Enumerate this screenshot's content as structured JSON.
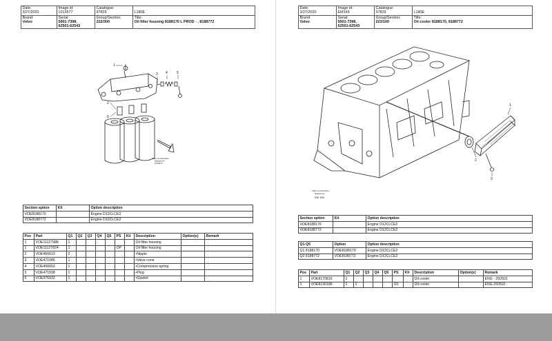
{
  "left_page": {
    "header": {
      "date_label": "Date:",
      "date": "3/27/2020",
      "image_label": "Image id:",
      "image_id": "1013577",
      "catalogue_label": "Catalogue:",
      "catalogue": "97829",
      "model": "L180E",
      "brand_label": "Brand:",
      "brand": "Volvo",
      "serial_label": "Serial:",
      "serial_1": "5001-7398,",
      "serial_2": "62501-62543",
      "group_label": "Group/Section:",
      "group": "222/300",
      "title_label": "Title:",
      "title": "Oil filter housing 8188170 L PROD - , 8188772"
    },
    "figure": {
      "callouts": [
        "1",
        "2",
        "3",
        "4",
        "5",
        "6"
      ],
      "caption_1": "Volvo Construction",
      "caption_2": "Equipment",
      "caption_3": "1013577"
    },
    "section_table": {
      "headers": [
        "Section option",
        "Kit",
        "Option description"
      ],
      "rows": [
        [
          "VOE8188170",
          "",
          "Engine D12CLCE2"
        ],
        [
          "VOE8188772",
          "",
          "Engine D12CLCE2"
        ]
      ]
    },
    "parts_table": {
      "headers": [
        "Pos",
        "Part",
        "Q1",
        "Q2",
        "Q3",
        "Q4",
        "Q5",
        "PS",
        "Kit",
        "Description",
        "Option(s)",
        "Remark"
      ],
      "rows": [
        [
          "1",
          "VOE11127988",
          "1",
          "",
          "",
          "",
          "",
          "",
          "",
          "Oil filter housing",
          "",
          ""
        ],
        [
          "1",
          "VOE11127824",
          "1",
          "",
          "",
          "",
          "",
          "OP",
          "",
          "Oil filter housing",
          "",
          ""
        ],
        [
          "2",
          "VOE466623",
          "2",
          "",
          "",
          "",
          "",
          "",
          "",
          "•Nipple",
          "",
          ""
        ],
        [
          "3",
          "VOE471085",
          "1",
          "",
          "",
          "",
          "",
          "",
          "",
          "•Valve cone",
          "",
          ""
        ],
        [
          "4",
          "VOE466653",
          "1",
          "",
          "",
          "",
          "",
          "",
          "",
          "•Compression spring",
          "",
          ""
        ],
        [
          "5",
          "VOE471598",
          "1",
          "",
          "",
          "",
          "",
          "",
          "",
          "•Plug",
          "",
          ""
        ],
        [
          "6",
          "VOE976932",
          "1",
          "",
          "",
          "",
          "",
          "",
          "",
          "•Gasket",
          "",
          ""
        ]
      ]
    }
  },
  "right_page": {
    "header": {
      "date_label": "Date:",
      "date": "3/27/2020",
      "image_label": "Image id:",
      "image_id": "EM169",
      "catalogue_label": "Catalogue:",
      "catalogue": "97829",
      "model": "L180E",
      "brand_label": "Brand:",
      "brand": "Volvo",
      "serial_label": "Serial:",
      "serial_1": "5001-7398,",
      "serial_2": "62501-62543",
      "group_label": "Group/Section:",
      "group": "223/100",
      "title_label": "Title:",
      "title": "Oil cooler 8188170, 8188772"
    },
    "figure": {
      "callouts": [
        "1",
        "2",
        "3"
      ],
      "caption_1": "Volvo Construction",
      "caption_2": "Equipment",
      "caption_3": "EM 169"
    },
    "section_table": {
      "headers": [
        "Section option",
        "Kit",
        "Option description"
      ],
      "rows": [
        [
          "VOE8188170",
          "",
          "Engine D12CLCE2"
        ],
        [
          "VOE8188772",
          "",
          "Engine D12CLCE2"
        ]
      ]
    },
    "q_table": {
      "headers": [
        "Q1-Q5",
        "Option",
        "Option description"
      ],
      "rows": [
        [
          "Q1 8188170",
          "VOE8188170",
          "Engine D12CLCE2"
        ],
        [
          "Q2 8188772",
          "VOE8188772",
          "Engine D12CLCE2"
        ]
      ]
    },
    "parts_table": {
      "headers": [
        "Pos",
        "Part",
        "Q1",
        "Q2",
        "Q3",
        "Q4",
        "Q5",
        "PS",
        "Kit",
        "Description",
        "Option(s)",
        "Remark"
      ],
      "rows": [
        [
          "1",
          "VOE8170816",
          "1",
          "",
          "",
          "",
          "",
          "",
          "",
          "Oil cooler",
          "",
          "ENG - 250501"
        ],
        [
          "1",
          "VOE8130186",
          "1",
          "1",
          "",
          "",
          "",
          "SS",
          "",
          "Oil cooler",
          "",
          "ENG 250502 -"
        ]
      ]
    }
  }
}
